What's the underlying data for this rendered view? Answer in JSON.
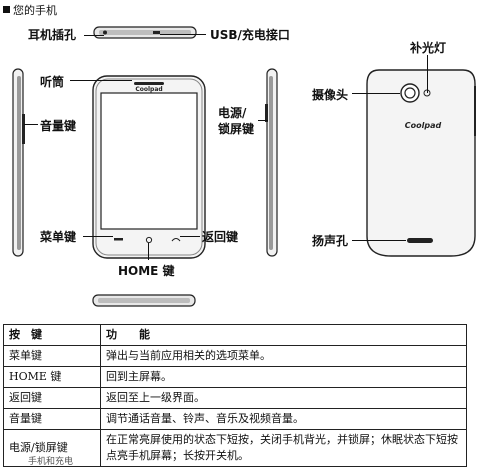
{
  "section_title": "您的手机",
  "labels": {
    "headphone_jack": "耳机插孔",
    "usb_port": "USB/充电接口",
    "fill_light": "补光灯",
    "receiver": "听筒",
    "camera": "摄像头",
    "power_lock": "电源/\n锁屏键",
    "volume_key": "音量键",
    "menu_key": "菜单键",
    "back_key": "返回键",
    "home_key": "HOME 键",
    "speaker": "扬声孔"
  },
  "brand": "Coolpad",
  "table": {
    "headers": [
      "按　键",
      "功　　能"
    ],
    "rows": [
      {
        "key": "菜单键",
        "func": "弹出与当前应用相关的选项菜单。"
      },
      {
        "key": "HOME 键",
        "func": "回到主屏幕。"
      },
      {
        "key": "返回键",
        "func": "返回至上一级界面。"
      },
      {
        "key": "音量键",
        "func": "调节通话音量、铃声、音乐及视频音量。"
      },
      {
        "key": "电源/锁屏键",
        "func": "在正常亮屏使用的状态下短按，关闭手机背光，并锁屏；休眠状态下短按点亮手机屏幕；长按开关机。"
      }
    ]
  },
  "footer": "手机和充电"
}
